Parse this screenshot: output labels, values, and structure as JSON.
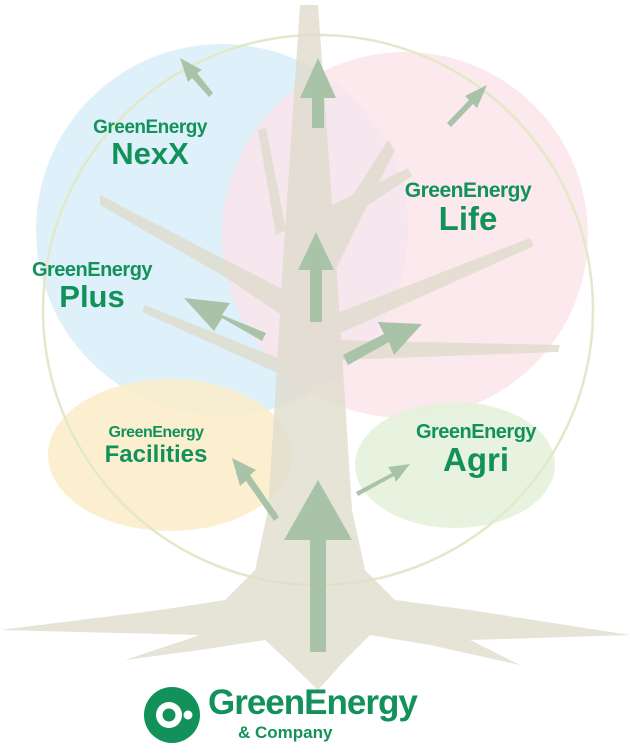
{
  "diagram": {
    "labels": {
      "nexx": {
        "prefix": "GreenEnergy",
        "name": "NexX"
      },
      "life": {
        "prefix": "GreenEnergy",
        "name": "Life"
      },
      "plus": {
        "prefix": "GreenEnergy",
        "name": "Plus"
      },
      "facilities": {
        "prefix": "GreenEnergy",
        "name": "Facilities"
      },
      "agri": {
        "prefix": "GreenEnergy",
        "name": "Agri"
      }
    },
    "logo": {
      "name": "GreenEnergy",
      "sub": "& Company"
    },
    "colors": {
      "brand_green": "#12925a",
      "blue_circle": "#dcf0fa",
      "pink_circle": "#fbe3ea",
      "orange_ellipse": "#fcecc8",
      "green_ellipse": "#e6f2dc",
      "tree": "#e0dccd",
      "arrow": "#a9c3a8"
    }
  }
}
